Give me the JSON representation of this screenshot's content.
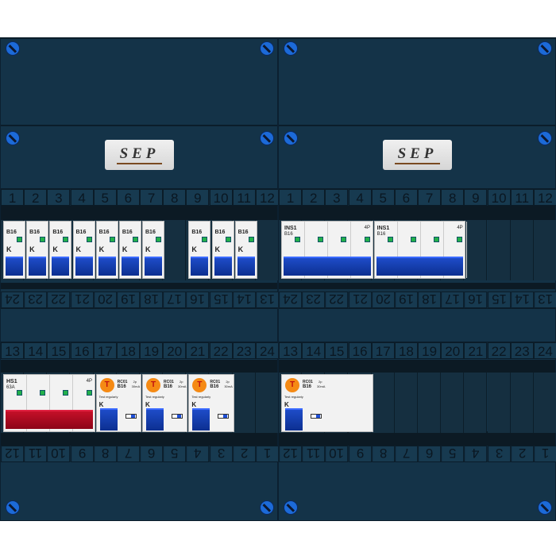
{
  "logo_text": "SEP",
  "numbers": {
    "top": [
      "1",
      "2",
      "3",
      "4",
      "5",
      "6",
      "7",
      "8",
      "9",
      "10",
      "11",
      "12"
    ],
    "mid_inverted": [
      "24",
      "23",
      "22",
      "21",
      "20",
      "19",
      "18",
      "17",
      "16",
      "15",
      "14",
      "13"
    ],
    "mid": [
      "13",
      "14",
      "15",
      "16",
      "17",
      "18",
      "19",
      "20",
      "21",
      "22",
      "23",
      "24"
    ],
    "bottom_inverted": [
      "12",
      "11",
      "10",
      "9",
      "8",
      "7",
      "6",
      "5",
      "4",
      "3",
      "2",
      "1"
    ]
  },
  "colors": {
    "panel": "#143246",
    "toggle_blue": "#1d4ed8",
    "toggle_red": "#b0061c",
    "indicator": "#22b04a",
    "test_knob": "#f58a14"
  },
  "rows": [
    {
      "half": "left",
      "row": "top",
      "breakers": [
        {
          "type": "mcb",
          "slot": 1,
          "modules": 1,
          "rating": "B16",
          "mark": "K"
        },
        {
          "type": "mcb",
          "slot": 2,
          "modules": 1,
          "rating": "B16",
          "mark": "K"
        },
        {
          "type": "mcb",
          "slot": 3,
          "modules": 1,
          "rating": "B16",
          "mark": "K"
        },
        {
          "type": "mcb",
          "slot": 4,
          "modules": 1,
          "rating": "B16",
          "mark": "K"
        },
        {
          "type": "mcb",
          "slot": 5,
          "modules": 1,
          "rating": "B16",
          "mark": "K"
        },
        {
          "type": "mcb",
          "slot": 6,
          "modules": 1,
          "rating": "B16",
          "mark": "K"
        },
        {
          "type": "mcb",
          "slot": 7,
          "modules": 1,
          "rating": "B16",
          "mark": "K"
        },
        {
          "type": "mcb",
          "slot": 9,
          "modules": 1,
          "rating": "B16",
          "mark": "K"
        },
        {
          "type": "mcb",
          "slot": 10,
          "modules": 1,
          "rating": "B16",
          "mark": "K"
        },
        {
          "type": "mcb",
          "slot": 11,
          "modules": 1,
          "rating": "B16",
          "mark": "K"
        }
      ]
    },
    {
      "half": "right",
      "row": "top",
      "breakers": [
        {
          "type": "4p",
          "slot": 1,
          "modules": 4,
          "name": "INS1",
          "rating": "B16",
          "poles": "4P",
          "color": "blue"
        },
        {
          "type": "4p",
          "slot": 5,
          "modules": 4,
          "name": "INS1",
          "rating": "B16",
          "poles": "4P",
          "color": "blue"
        }
      ]
    },
    {
      "half": "left",
      "row": "bottom",
      "breakers": [
        {
          "type": "4p",
          "slot": 1,
          "modules": 4,
          "name": "HS1",
          "rating": "63A",
          "poles": "4P",
          "color": "red"
        },
        {
          "type": "rcbo",
          "slot": 5,
          "modules": 2,
          "name": "RC01",
          "rating": "B16",
          "sens": "30mA",
          "poles": "2p",
          "test": "T",
          "note": "Test regularly",
          "mark": "K"
        },
        {
          "type": "rcbo",
          "slot": 7,
          "modules": 2,
          "name": "RC01",
          "rating": "B16",
          "sens": "30mA",
          "poles": "2p",
          "test": "T",
          "note": "Test regularly",
          "mark": "K"
        },
        {
          "type": "rcbo",
          "slot": 9,
          "modules": 2,
          "name": "RC01",
          "rating": "B16",
          "sens": "30mA",
          "poles": "2p",
          "test": "T",
          "note": "Test regularly",
          "mark": "K"
        }
      ]
    },
    {
      "half": "right",
      "row": "bottom",
      "breakers": [
        {
          "type": "rcbo",
          "slot": 1,
          "modules": 4,
          "name": "RC01",
          "rating": "B16",
          "sens": "30mA",
          "poles": "2p",
          "test": "T",
          "note": "Test regularly",
          "mark": "K"
        }
      ]
    }
  ]
}
